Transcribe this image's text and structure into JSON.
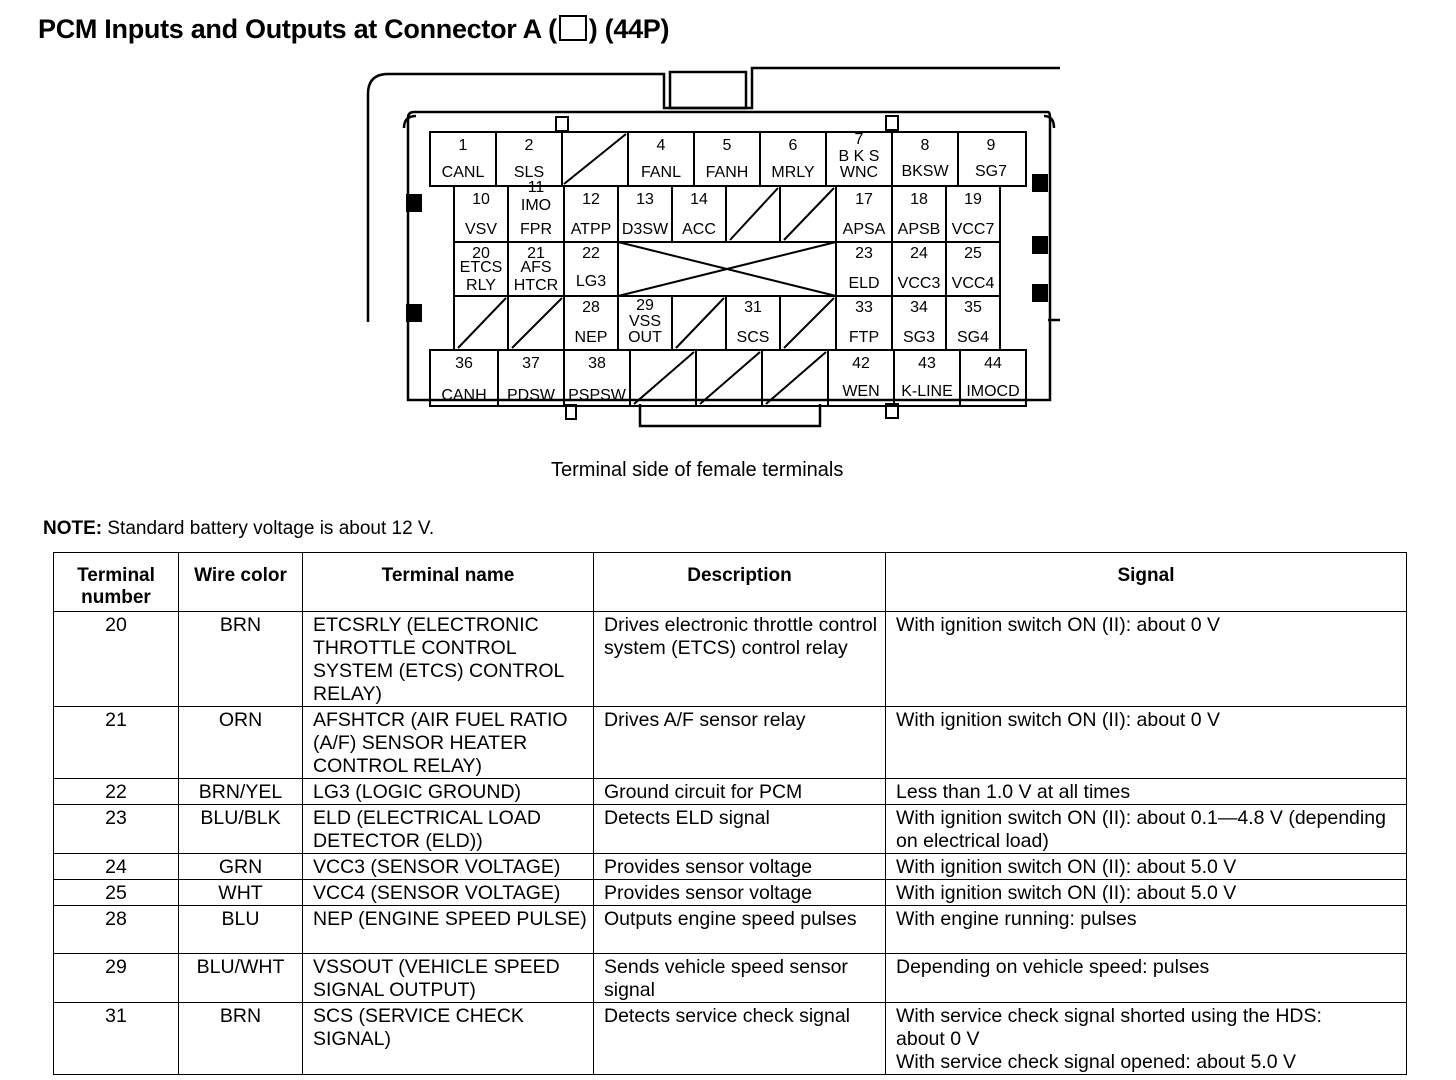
{
  "title_prefix": "PCM Inputs and Outputs at Connector A (",
  "title_suffix": ") (44P)",
  "connector": {
    "cells": [
      {
        "num": "1",
        "lbl": "CANL"
      },
      {
        "num": "2",
        "lbl": "SLS"
      },
      {
        "num": "4",
        "lbl": "FANL"
      },
      {
        "num": "5",
        "lbl": "FANH"
      },
      {
        "num": "6",
        "lbl": "MRLY"
      },
      {
        "num": "7",
        "lbl": "B K S"
      },
      {
        "num": "",
        "lbl": "WNC"
      },
      {
        "num": "8",
        "lbl": "BKSW"
      },
      {
        "num": "9",
        "lbl": "SG7"
      },
      {
        "num": "10",
        "lbl": "VSV"
      },
      {
        "num": "11",
        "lbl": "IMO"
      },
      {
        "num": "",
        "lbl": "FPR"
      },
      {
        "num": "12",
        "lbl": "ATPP"
      },
      {
        "num": "13",
        "lbl": "D3SW"
      },
      {
        "num": "14",
        "lbl": "ACC"
      },
      {
        "num": "17",
        "lbl": "APSA"
      },
      {
        "num": "18",
        "lbl": "APSB"
      },
      {
        "num": "19",
        "lbl": "VCC7"
      },
      {
        "num": "20",
        "lbl": "ETCS"
      },
      {
        "num": "",
        "lbl": "RLY"
      },
      {
        "num": "21",
        "lbl": "AFS"
      },
      {
        "num": "",
        "lbl": "HTCR"
      },
      {
        "num": "22",
        "lbl": "LG3"
      },
      {
        "num": "23",
        "lbl": "ELD"
      },
      {
        "num": "24",
        "lbl": "VCC3"
      },
      {
        "num": "25",
        "lbl": "VCC4"
      },
      {
        "num": "28",
        "lbl": "NEP"
      },
      {
        "num": "29",
        "lbl": "VSS"
      },
      {
        "num": "",
        "lbl": "OUT"
      },
      {
        "num": "31",
        "lbl": "SCS"
      },
      {
        "num": "33",
        "lbl": "FTP"
      },
      {
        "num": "34",
        "lbl": "SG3"
      },
      {
        "num": "35",
        "lbl": "SG4"
      },
      {
        "num": "36",
        "lbl": "CANH"
      },
      {
        "num": "37",
        "lbl": "PDSW"
      },
      {
        "num": "38",
        "lbl": "PSPSW"
      },
      {
        "num": "42",
        "lbl": "WEN"
      },
      {
        "num": "43",
        "lbl": "K-LINE"
      },
      {
        "num": "44",
        "lbl": "IMOCD"
      }
    ]
  },
  "caption": "Terminal side of female terminals",
  "note": {
    "label": "NOTE:",
    "text": " Standard battery voltage is about 12 V."
  },
  "table": {
    "headers": [
      "Terminal number",
      "Wire color",
      "Terminal name",
      "Description",
      "Signal"
    ],
    "rows": [
      {
        "num": "20",
        "color": "BRN",
        "name": "ETCSRLY (ELECTRONIC THROTTLE CONTROL SYSTEM (ETCS) CONTROL RELAY)",
        "desc": "Drives electronic throttle control system (ETCS) control relay",
        "signal": "With ignition switch ON (II): about 0 V"
      },
      {
        "num": "21",
        "color": "ORN",
        "name": "AFSHTCR (AIR FUEL RATIO (A/F) SENSOR HEATER CONTROL RELAY)",
        "desc": "Drives A/F sensor relay",
        "signal": "With ignition switch ON (II): about 0 V"
      },
      {
        "num": "22",
        "color": "BRN/YEL",
        "name": "LG3 (LOGIC GROUND)",
        "desc": "Ground circuit for PCM",
        "signal": "Less than 1.0 V at all times"
      },
      {
        "num": "23",
        "color": "BLU/BLK",
        "name": "ELD (ELECTRICAL LOAD DETECTOR (ELD))",
        "desc": "Detects ELD signal",
        "signal": "With ignition switch ON (II): about 0.1—4.8 V (depending on electrical load)"
      },
      {
        "num": "24",
        "color": "GRN",
        "name": "VCC3 (SENSOR VOLTAGE)",
        "desc": "Provides sensor voltage",
        "signal": "With ignition switch ON (II): about 5.0 V"
      },
      {
        "num": "25",
        "color": "WHT",
        "name": "VCC4 (SENSOR VOLTAGE)",
        "desc": "Provides sensor voltage",
        "signal": "With ignition switch ON (II): about 5.0 V"
      },
      {
        "num": "28",
        "color": "BLU",
        "name": "NEP (ENGINE SPEED PULSE)",
        "desc": "Outputs engine speed pulses",
        "signal": "With engine running: pulses"
      },
      {
        "num": "29",
        "color": "BLU/WHT",
        "name": "VSSOUT (VEHICLE SPEED SIGNAL OUTPUT)",
        "desc": "Sends vehicle speed sensor signal",
        "signal": "Depending on vehicle speed: pulses"
      },
      {
        "num": "31",
        "color": "BRN",
        "name": "SCS (SERVICE CHECK SIGNAL)",
        "desc": "Detects service check signal",
        "signal": "With service check signal shorted using the HDS:\nabout 0 V\nWith service check signal opened: about 5.0 V"
      }
    ]
  }
}
